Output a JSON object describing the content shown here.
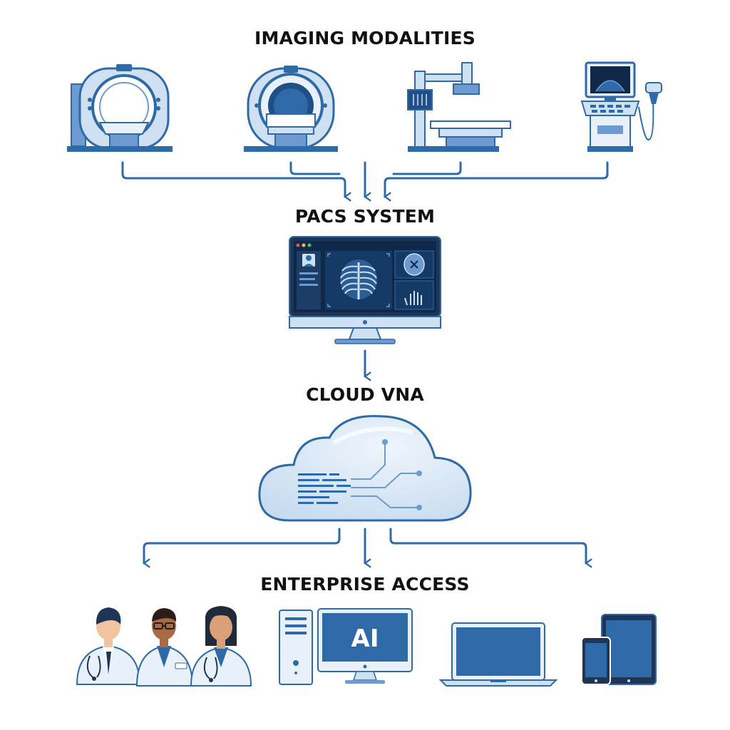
{
  "sections": {
    "modalities": {
      "title": "IMAGING MODALITIES"
    },
    "pacs": {
      "title": "PACS SYSTEM"
    },
    "vna": {
      "title": "CLOUD VNA"
    },
    "access": {
      "title": "ENTERPRISE ACCESS"
    }
  },
  "workstation": {
    "screen_label": "AI"
  },
  "icons": {
    "modalities": [
      "ct-scanner-icon",
      "mri-scanner-icon",
      "x-ray-machine-icon",
      "ultrasound-machine-icon"
    ],
    "pacs": [
      "pacs-monitor-icon"
    ],
    "vna": [
      "cloud-vna-icon"
    ],
    "access": [
      "clinicians-icon",
      "ai-workstation-icon",
      "laptop-icon",
      "mobile-devices-icon"
    ]
  },
  "colors": {
    "primary": "#2f6aa8",
    "light": "#cfe0f3",
    "pale": "#e8f1fa",
    "dark": "#1f4f86",
    "screen_bg": "#10294a",
    "text": "#111111"
  }
}
